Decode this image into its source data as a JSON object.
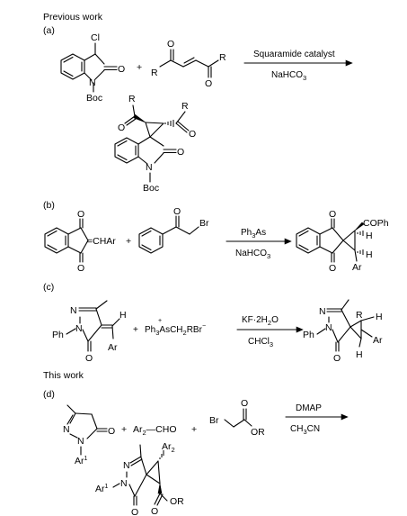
{
  "labels": {
    "previous_work": "Previous work",
    "this_work": "This work",
    "a": "(a)",
    "b": "(b)",
    "c": "(c)",
    "d": "(d)"
  },
  "scheme_a": {
    "cl": "Cl",
    "o": "O",
    "n": "N",
    "boc": "Boc",
    "plus": "+",
    "r": "R",
    "cond_above": "Squaramide catalyst",
    "cond_below_main": "NaHCO",
    "cond_below_sub": "3"
  },
  "scheme_b": {
    "cond_above_main": "Ph",
    "cond_above_sub": "3",
    "cond_above_tail": "As",
    "cond_below_main": "NaHCO",
    "cond_below_sub": "3",
    "cond_below_tail": "",
    "ylide": "=CHAr",
    "br": "Br",
    "coph": "COPh",
    "h": "H",
    "ar": "Ar"
  },
  "scheme_c": {
    "ph": "Ph",
    "reagent_pre": "Ph",
    "reagent_sub": "3",
    "reagent_post": "AsCH",
    "reagent_sub2": "2",
    "reagent_end": "RBr",
    "reagent_charge": "+",
    "reagent_anion": "−",
    "cond_above": "KF·2H",
    "cond_above_sub": "2",
    "cond_above_tail": "O",
    "cond_below": "CHCl",
    "cond_below_sub": "3"
  },
  "scheme_d": {
    "ar1": "Ar",
    "ar1_sup": "1",
    "ar2": "Ar",
    "ar2_sub": "2",
    "cho": "—CHO",
    "or": "OR",
    "cond_above": "DMAP",
    "cond_below": "CH",
    "cond_below_sub": "3",
    "cond_below_tail": "CN"
  }
}
